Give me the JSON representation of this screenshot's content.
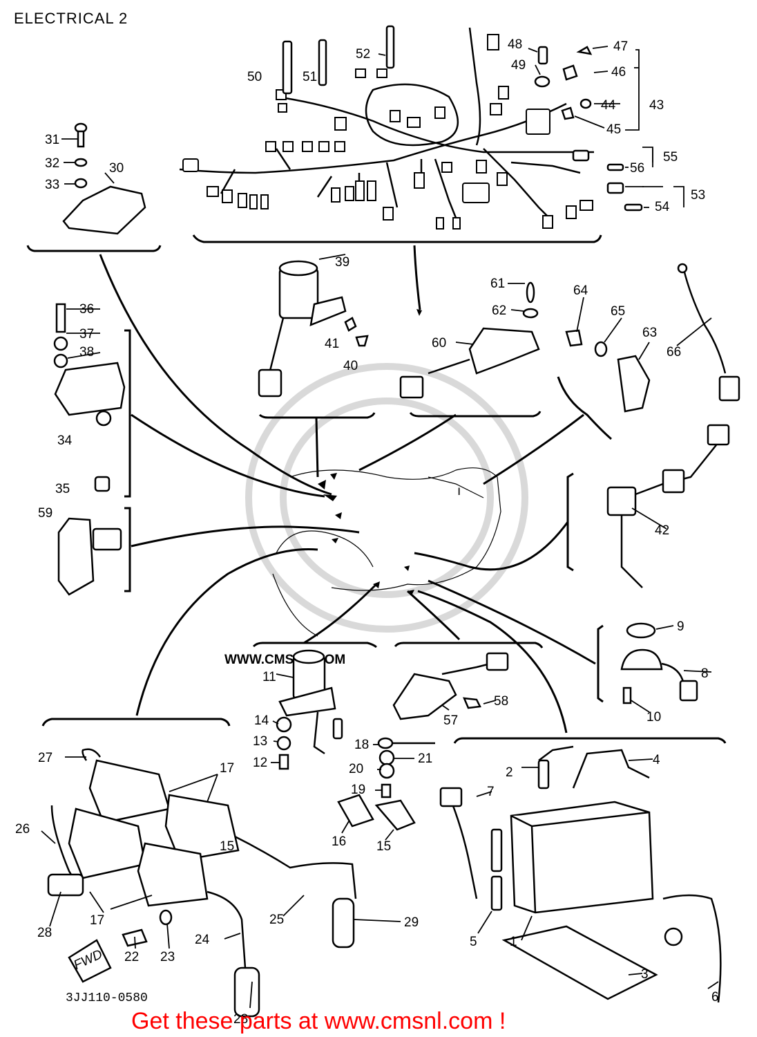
{
  "page": {
    "title": "ELECTRICAL 2",
    "drawing_code": "3JJ110-0580",
    "footer_link": "Get these parts at www.cmsnl.com !",
    "watermark": "WWW.CMSNL.COM"
  },
  "callouts": [
    "1",
    "2",
    "3",
    "4",
    "5",
    "6",
    "7",
    "8",
    "9",
    "10",
    "11",
    "12",
    "13",
    "14",
    "15",
    "15",
    "16",
    "17",
    "17",
    "18",
    "19",
    "20",
    "21",
    "22",
    "23",
    "24",
    "25",
    "26",
    "27",
    "28",
    "28",
    "29",
    "30",
    "31",
    "32",
    "33",
    "34",
    "35",
    "36",
    "37",
    "38",
    "39",
    "40",
    "41",
    "42",
    "43",
    "44",
    "45",
    "46",
    "47",
    "48",
    "49",
    "50",
    "51",
    "52",
    "53",
    "54",
    "55",
    "56",
    "57",
    "58",
    "59",
    "60",
    "61",
    "62",
    "63",
    "64",
    "65",
    "66"
  ],
  "decal": "FWD",
  "colors": {
    "ink": "#000000",
    "footer": "#ff0000",
    "watermark": "#d9d9d9"
  }
}
